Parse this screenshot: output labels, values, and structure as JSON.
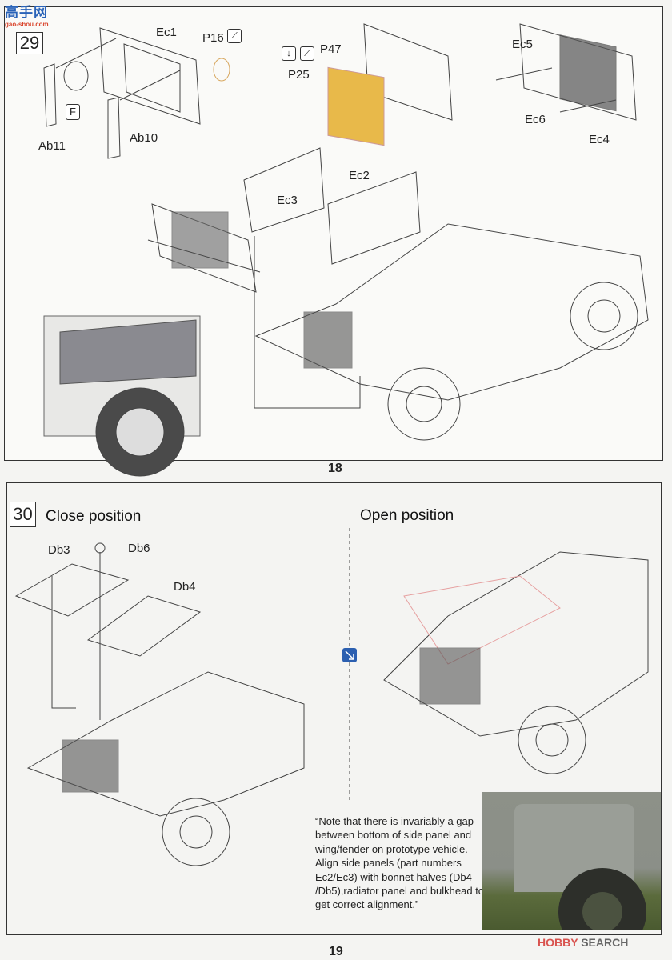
{
  "watermark_top": {
    "text": "高手网",
    "url_text": "gao-shou.com"
  },
  "step29": {
    "number": "29",
    "labels": {
      "ec1": "Ec1",
      "p16": "P16",
      "p47": "P47",
      "p25": "P25",
      "ec5": "Ec5",
      "ec6": "Ec6",
      "ec4": "Ec4",
      "ab11": "Ab11",
      "ab10": "Ab10",
      "f": "F",
      "ec3": "Ec3",
      "ec2": "Ec2"
    },
    "icons": [
      "bend-icon",
      "fold-down-icon",
      "bend-icon"
    ],
    "photo_etch_color": "#e8b94a"
  },
  "page_top": {
    "number": "18"
  },
  "step30": {
    "number": "30",
    "close_title": "Close position",
    "open_title": "Open position",
    "labels": {
      "db3": "Db3",
      "db6": "Db6",
      "db4": "Db4"
    },
    "note": "“Note that there is invariably a gap between bottom of side panel and wing/fender on prototype vehicle. Align side panels (part numbers Ec2/Ec3) with bonnet halves (Db4 /Db5),radiator panel and bulkhead to get correct alignment.”"
  },
  "page_bottom": {
    "number": "19"
  },
  "watermark_bottom": {
    "brand": "HOBBY",
    "suffix": "SEARCH",
    "brand_color": "#d9534f"
  }
}
